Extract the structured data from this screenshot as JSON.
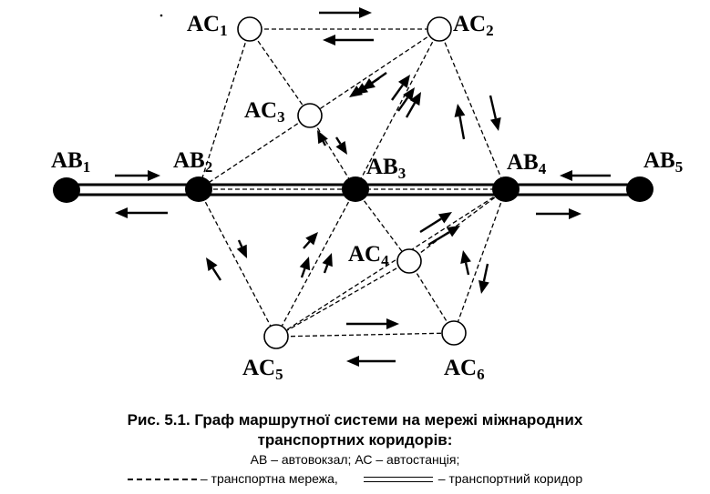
{
  "nodes": {
    "ab1": {
      "main": "AB",
      "sub": "1"
    },
    "ab2": {
      "main": "AB",
      "sub": "2"
    },
    "ab3": {
      "main": "AB",
      "sub": "3"
    },
    "ab4": {
      "main": "AB",
      "sub": "4"
    },
    "ab5": {
      "main": "AB",
      "sub": "5"
    },
    "ac1": {
      "main": "AC",
      "sub": "1"
    },
    "ac2": {
      "main": "AC",
      "sub": "2"
    },
    "ac3": {
      "main": "AC",
      "sub": "3"
    },
    "ac4": {
      "main": "AC",
      "sub": "4"
    },
    "ac5": {
      "main": "AC",
      "sub": "5"
    },
    "ac6": {
      "main": "AC",
      "sub": "6"
    }
  },
  "caption": {
    "title_line1": "Рис. 5.1. Граф маршрутної системи на мережі міжнародних",
    "title_line2": "транспортних коридорів:",
    "abbreviations": "АВ – автовокзал; АС – автостанція;",
    "legend_network": "– транспортна мережа,",
    "legend_corridor": "– транспортний коридор"
  }
}
